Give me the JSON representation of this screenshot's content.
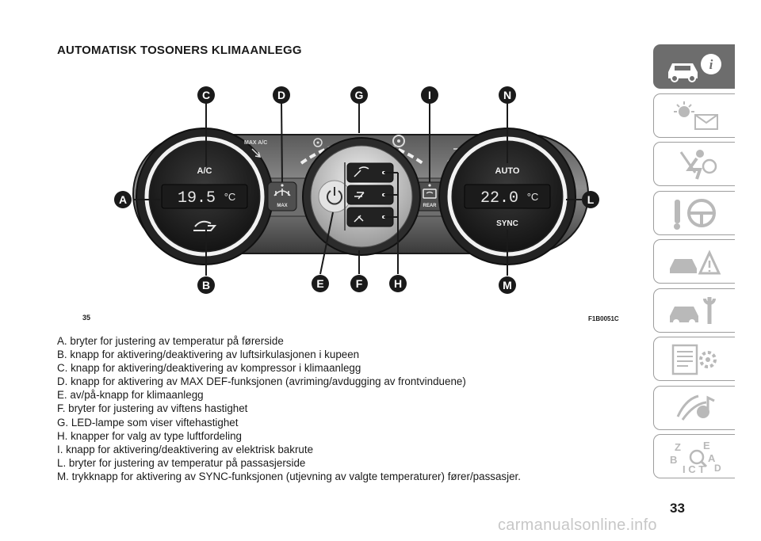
{
  "page": {
    "title": "AUTOMATISK TOSONERS KLIMAANLEGG",
    "figure_number": "35",
    "figure_code": "F1B0051C",
    "page_number": "33",
    "watermark": "carmanualsonline.info"
  },
  "figure": {
    "callouts": [
      "A",
      "B",
      "C",
      "D",
      "E",
      "F",
      "G",
      "H",
      "I",
      "L",
      "M",
      "N"
    ],
    "left_display": "19.5",
    "right_display": "22.0",
    "unit": "°C",
    "ac_label": "A/C",
    "auto_label": "AUTO",
    "sync_label": "SYNC",
    "max_label": "MAX",
    "rear_label": "REAR",
    "max_ac_label": "MAX A/C"
  },
  "legend": [
    "A. bryter for justering av temperatur på førerside",
    "B. knapp for aktivering/deaktivering av luftsirkulasjonen i kupeen",
    "C. knapp for aktivering/deaktivering av kompressor i klimaanlegg",
    "D. knapp for aktivering av MAX DEF-funksjonen (avriming/avdugging av frontvinduene)",
    "E. av/på-knapp for klimaanlegg",
    "F. bryter for justering av viftens hastighet",
    "G. LED-lampe som viser viftehastighet",
    "H. knapper for valg av type luftfordeling",
    "I. knapp for aktivering/deaktivering av elektrisk bakrute",
    "L. bryter for justering av temperatur på passasjerside",
    "M. trykknapp for aktivering av SYNC-funksjonen (utjevning av valgte temperaturer) fører/passasjer."
  ],
  "sidebar": {
    "tabs": [
      {
        "icon": "car-info-icon",
        "active": true
      },
      {
        "icon": "warning-lights-icon",
        "active": false
      },
      {
        "icon": "safety-airbag-icon",
        "active": false
      },
      {
        "icon": "steering-wheel-icon",
        "active": false
      },
      {
        "icon": "emergency-icon",
        "active": false
      },
      {
        "icon": "maintenance-icon",
        "active": false
      },
      {
        "icon": "technical-data-icon",
        "active": false
      },
      {
        "icon": "multimedia-icon",
        "active": false
      },
      {
        "icon": "index-icon",
        "active": false
      }
    ]
  },
  "colors": {
    "panel_dark": "#2b2b2b",
    "panel_light": "#8a8a8a",
    "display_bg": "#1d1d1d",
    "display_text": "#e6e6e6",
    "callout": "#1a1a1a",
    "tab_active": "#6d6d6d"
  }
}
